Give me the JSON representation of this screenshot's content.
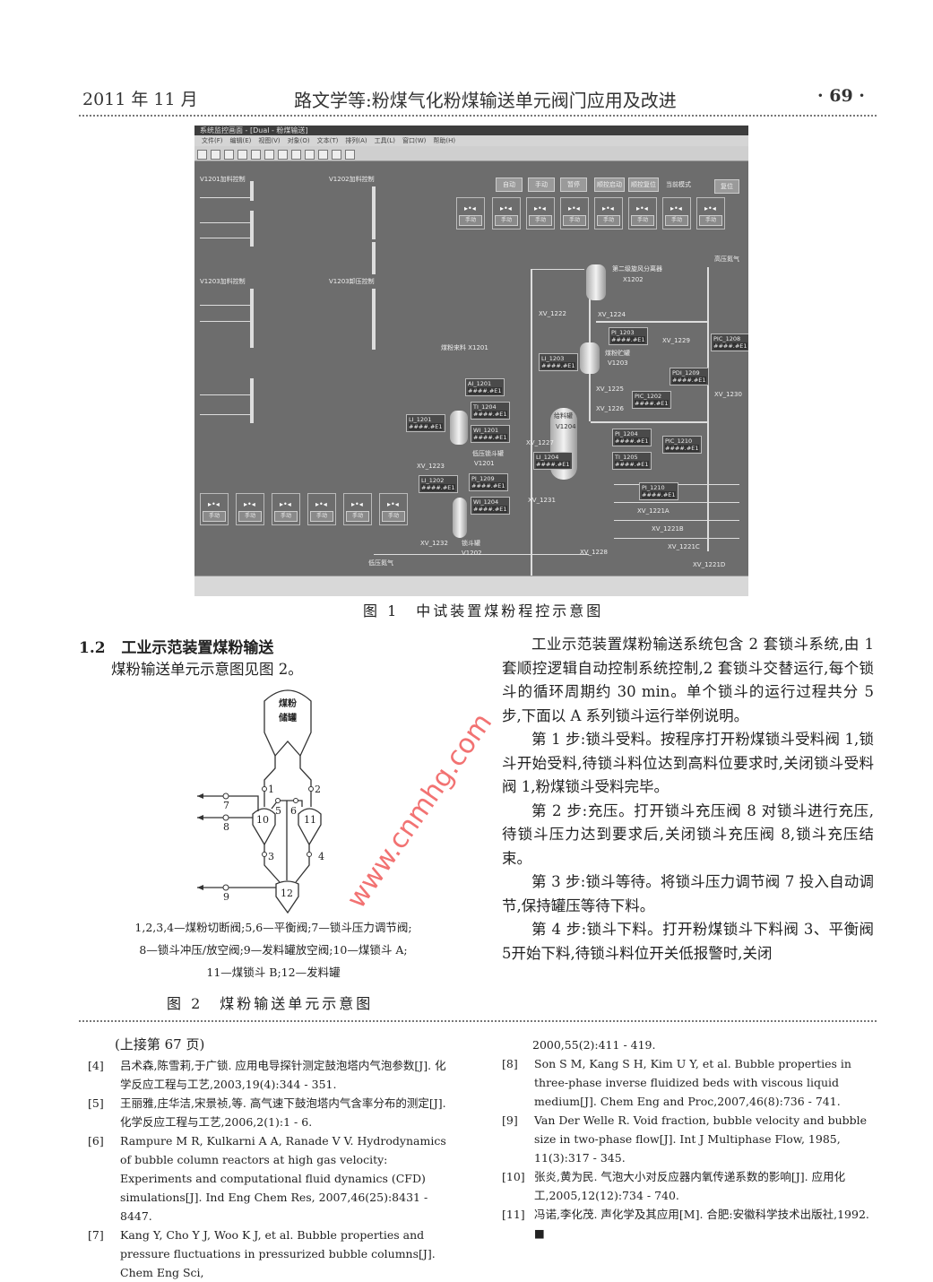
{
  "header": {
    "date": "2011 年 11 月",
    "running_title": "路文学等:粉煤气化粉煤输送单元阀门应用及改进",
    "page_number": "· 69 ·"
  },
  "figure1": {
    "caption": "图 1　中试装置煤粉程控示意图",
    "screen": {
      "window_title": "系统监控画面 - [Dual - 粉煤输送]",
      "menu": [
        "文件(F)",
        "编辑(E)",
        "视图(V)",
        "对象(O)",
        "文本(T)",
        "排列(A)",
        "工具(L)",
        "窗口(W)",
        "帮助(H)"
      ],
      "mode_buttons": [
        "自动",
        "手动",
        "暂停",
        "顺控启动",
        "顺控复位"
      ],
      "mode_label": "当前模式",
      "reset_button": "复位",
      "valve_panel_labels": [
        "手动",
        "手动",
        "手动",
        "手动",
        "手动",
        "手动",
        "手动",
        "手动"
      ],
      "bottom_panel_labels": [
        "手动",
        "手动",
        "手动",
        "手动",
        "手动",
        "手动"
      ],
      "group_titles": [
        "V1201加料控制",
        "V1203加料控制",
        "V1202加料控制",
        "V1203卸压控制"
      ],
      "value_placeholder": "####.#E1",
      "vessels": {
        "x1202": "第二级旋风分离器",
        "x1202_id": "X1202",
        "v1203": "煤粉贮罐",
        "v1203_id": "V1203",
        "x1201": "煤粉来料 X1201",
        "v1201": "低压锁斗罐",
        "v1201_id": "V1201",
        "v1202": "锁斗罐",
        "v1202_id": "V1202",
        "v1204": "给料罐",
        "v1204_id": "V1204"
      },
      "utility_labels": {
        "hp_gas": "高压氮气",
        "lp_gas": "低压氮气"
      },
      "tags": [
        "AI_1201",
        "TI_1204",
        "WI_1201",
        "LI_1201",
        "LI_1202",
        "PI_1209",
        "WI_1204",
        "LI_1203",
        "PI_1203",
        "PDI_1209",
        "PIC_1202",
        "PI_1204",
        "TI_1205",
        "LI_1204",
        "PIC_1210",
        "PI_1210",
        "PIC_1208"
      ],
      "valves": [
        "XV_1222",
        "XV_1223",
        "XV_1224",
        "XV_1225",
        "XV_1226",
        "XV_1227",
        "XV_1228",
        "XV_1229",
        "XV_1230",
        "XV_1231",
        "XV_1232",
        "XV_1221A",
        "XV_1221B",
        "XV_1221C",
        "XV_1221D"
      ]
    }
  },
  "section": {
    "number": "1.2",
    "title": "工业示范装置煤粉输送"
  },
  "left_paragraph": "煤粉输送单元示意图见图 2。",
  "figure2": {
    "tank_label_1": "煤粉",
    "tank_label_2": "储罐",
    "numbers": [
      "1",
      "2",
      "3",
      "4",
      "5",
      "6",
      "7",
      "8",
      "9",
      "10",
      "11",
      "12"
    ],
    "legend": [
      "1,2,3,4—煤粉切断阀;5,6—平衡阀;7—锁斗压力调节阀;",
      "8—锁斗冲压/放空阀;9—发料罐放空阀;10—煤锁斗 A;",
      "11—煤锁斗 B;12—发料罐"
    ],
    "caption": "图 2　煤粉输送单元示意图"
  },
  "right_paragraphs": [
    "工业示范装置煤粉输送系统包含 2 套锁斗系统,由 1 套顺控逻辑自动控制系统控制,2 套锁斗交替运行,每个锁斗的循环周期约 30 min。单个锁斗的运行过程共分 5 步,下面以 A 系列锁斗运行举例说明。",
    "第 1 步:锁斗受料。按程序打开粉煤锁斗受料阀 1,锁斗开始受料,待锁斗料位达到高料位要求时,关闭锁斗受料阀 1,粉煤锁斗受料完毕。",
    "第 2 步:充压。打开锁斗充压阀 8 对锁斗进行充压,待锁斗压力达到要求后,关闭锁斗充压阀 8,锁斗充压结束。",
    "第 3 步:锁斗等待。将锁斗压力调节阀 7 投入自动调节,保持罐压等待下料。",
    "第 4 步:锁斗下料。打开粉煤锁斗下料阀 3、平衡阀5开始下料,待锁斗料位开关低报警时,关闭"
  ],
  "references": {
    "continued": "(上接第 67 页)",
    "left": [
      {
        "n": "[4]",
        "text": "吕术森,陈雪莉,于广锁. 应用电导探针测定鼓泡塔内气泡参数[J]. 化学反应工程与工艺,2003,19(4):344 - 351."
      },
      {
        "n": "[5]",
        "text": "王丽雅,庄华洁,宋景祯,等. 高气速下鼓泡塔内气含率分布的测定[J]. 化学反应工程与工艺,2006,2(1):1 - 6."
      },
      {
        "n": "[6]",
        "text": "Rampure M R, Kulkarni A A, Ranade V V. Hydrodynamics of bubble column reactors at high gas velocity: Experiments and computational fluid dynamics (CFD) simulations[J]. Ind Eng Chem Res, 2007,46(25):8431 - 8447."
      },
      {
        "n": "[7]",
        "text": "Kang Y, Cho Y J, Woo K J, et al. Bubble properties and pressure fluctuations in pressurized bubble columns[J]. Chem Eng Sci,"
      }
    ],
    "right_continuation": "2000,55(2):411 - 419.",
    "right": [
      {
        "n": "[8]",
        "text": "Son S M, Kang S H, Kim U Y, et al. Bubble properties in three-phase inverse fluidized beds with viscous liquid medium[J]. Chem Eng and Proc,2007,46(8):736 - 741."
      },
      {
        "n": "[9]",
        "text": "Van Der Welle R. Void fraction, bubble velocity and bubble size in two-phase flow[J]. Int J Multiphase Flow, 1985, 11(3):317 - 345."
      },
      {
        "n": "[10]",
        "text": "张炎,黄为民. 气泡大小对反应器内氧传递系数的影响[J]. 应用化工,2005,12(12):734 - 740."
      },
      {
        "n": "[11]",
        "text": "冯诺,李化茂. 声化学及其应用[M]. 合肥:安徽科学技术出版社,1992. ■"
      }
    ]
  },
  "watermark": "www.cnmhg.com"
}
